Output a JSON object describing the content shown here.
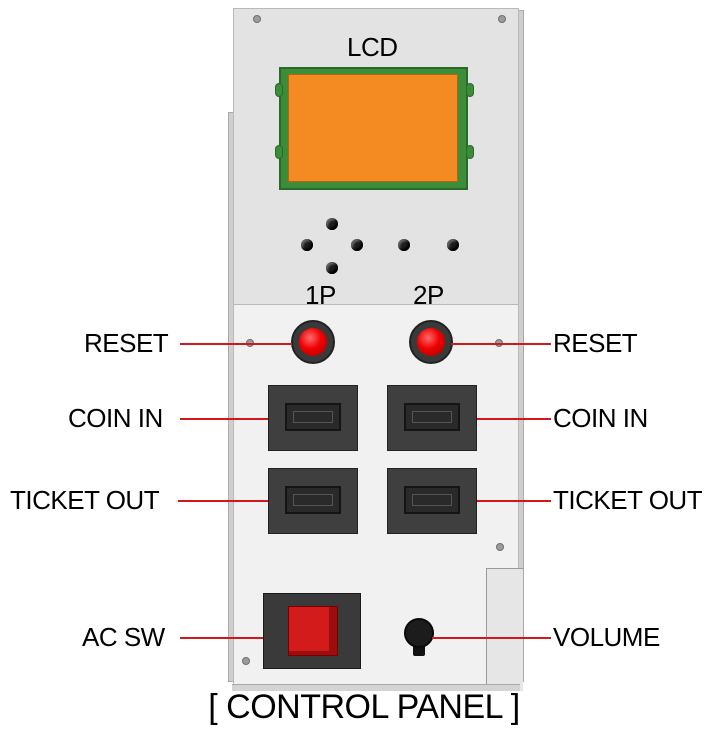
{
  "lcd_label": "LCD",
  "player_labels": {
    "p1": "1P",
    "p2": "2P"
  },
  "left_labels": {
    "reset": "RESET",
    "coin_in": "COIN IN",
    "ticket_out": "TICKET OUT",
    "ac_sw": "AC SW"
  },
  "right_labels": {
    "reset": "RESET",
    "coin_in": "COIN IN",
    "ticket_out": "TICKET OUT",
    "volume": "VOLUME"
  },
  "caption": "[ CONTROL PANEL ]",
  "colors": {
    "lcd_screen": "#f38b22",
    "lcd_frame": "#3c8c3a",
    "leader_line": "#d3171d",
    "reset_cap": "#e00000",
    "ac_switch": "#d31b1b"
  }
}
